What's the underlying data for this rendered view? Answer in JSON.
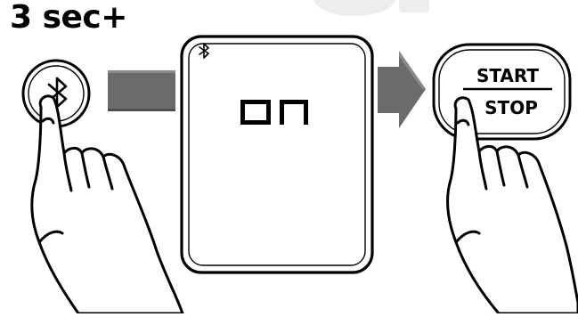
{
  "title": "3 sec+",
  "left_button": {
    "icon": "bluetooth-icon"
  },
  "display": {
    "status_icon": "bluetooth-icon",
    "text": "on"
  },
  "right_button": {
    "top_label": "START",
    "bottom_label": "STOP"
  },
  "arrows": [
    "arrow-right-icon",
    "arrow-right-icon"
  ],
  "colors": {
    "ink": "#000000",
    "arrow_fill": "#6b6b6b",
    "watermark": "#e9e9e9"
  }
}
